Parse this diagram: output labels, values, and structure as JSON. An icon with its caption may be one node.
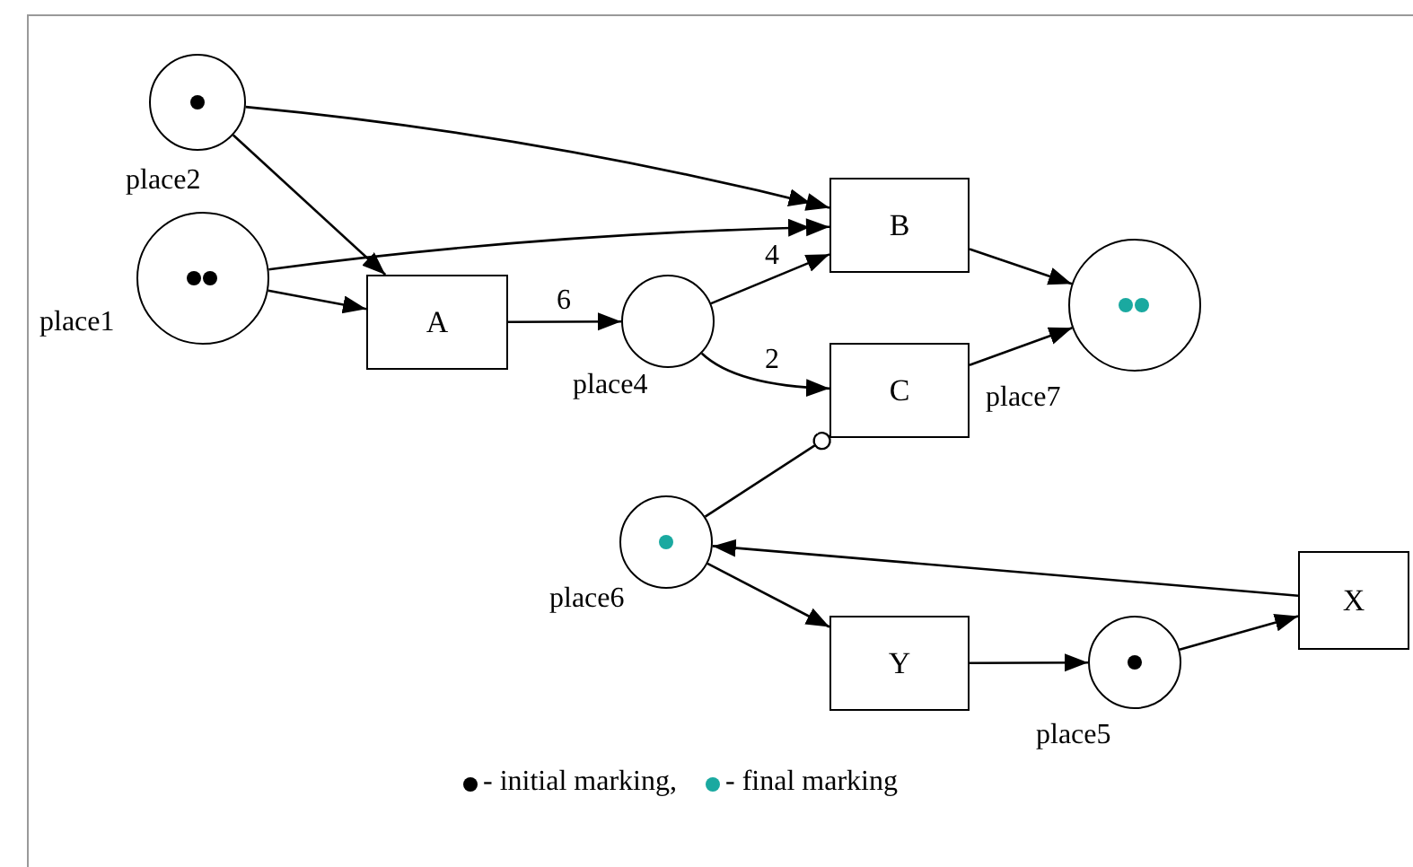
{
  "diagram": {
    "nodes": [
      {
        "text": [],
        "shape": "circle",
        "beside": [
          "place2"
        ]
      },
      {
        "text": [],
        "shape": "circle",
        "beside": [
          "place1"
        ]
      },
      {
        "text": [
          "A"
        ]
      },
      {
        "text": [],
        "shape": "circle",
        "beside": [
          "place4"
        ]
      },
      {
        "text": [
          "B"
        ]
      },
      {
        "text": [
          "C"
        ]
      },
      {
        "text": [],
        "shape": "circle"
      },
      {
        "text": [],
        "shape": "circle",
        "beside": [
          "place6"
        ]
      },
      {
        "text": [
          "Y"
        ]
      },
      {
        "text": [],
        "shape": "circle",
        "beside": [
          "place5"
        ]
      },
      {
        "text": [
          "X"
        ]
      }
    ],
    "edges": [
      {
        "from": 0,
        "to": 2,
        "arrow": "to"
      },
      {
        "from": 0,
        "to": 4,
        "arrow": "to"
      },
      {
        "from": 1,
        "to": 4,
        "arrow": "to"
      },
      {
        "from": 1,
        "to": 2,
        "arrow": "to"
      },
      {
        "from": 2,
        "to": 3,
        "arrow": "to",
        "label": "6"
      },
      {
        "from": 3,
        "to": 4,
        "arrow": "to",
        "label": "4"
      },
      {
        "from": 3,
        "to": 5,
        "arrow": "to",
        "label": "2"
      },
      {
        "from": 4,
        "to": 6,
        "arrow": "to"
      },
      {
        "from": 5,
        "to": 6,
        "arrow": "to"
      },
      {
        "from": 7,
        "to": 5,
        "arrow": "other"
      },
      {
        "from": 10,
        "to": 7,
        "arrow": "to"
      },
      {
        "from": 7,
        "to": 8,
        "arrow": "to"
      },
      {
        "from": 8,
        "to": 9,
        "arrow": "to"
      },
      {
        "from": 9,
        "to": 10,
        "arrow": "to"
      }
    ],
    "labels": [
      "place7"
    ],
    "legend": [
      {
        "text": "- initial marking,",
        "color": "#000000"
      },
      {
        "text": "- final marking",
        "color": "#1aa9a0"
      }
    ]
  }
}
